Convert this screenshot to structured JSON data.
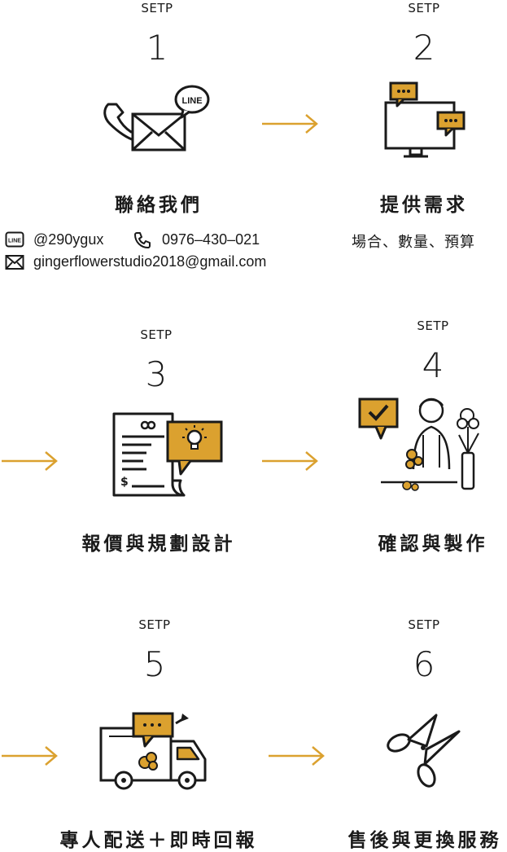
{
  "colors": {
    "accent": "#DBA12F",
    "ink": "#1a1a1a"
  },
  "steps": [
    {
      "label": "SETP",
      "number": "1",
      "title": "聯絡我們",
      "icon": "contact-icon"
    },
    {
      "label": "SETP",
      "number": "2",
      "title": "提供需求",
      "subtitle": "場合、數量、預算",
      "icon": "monitor-chat-icon"
    },
    {
      "label": "SETP",
      "number": "3",
      "title": "報價與規劃設計",
      "icon": "quote-document-icon"
    },
    {
      "label": "SETP",
      "number": "4",
      "title": "確認與製作",
      "icon": "florist-icon"
    },
    {
      "label": "SETP",
      "number": "5",
      "title": "專人配送＋即時回報",
      "icon": "delivery-truck-icon"
    },
    {
      "label": "SETP",
      "number": "6",
      "title": "售後與更換服務",
      "icon": "scissors-icon"
    }
  ],
  "contact": {
    "line_icon_text": "LINE",
    "line_id": "@290ygux",
    "phone": "0976–430–021",
    "email": "gingerflowerstudio2018@gmail.com"
  }
}
